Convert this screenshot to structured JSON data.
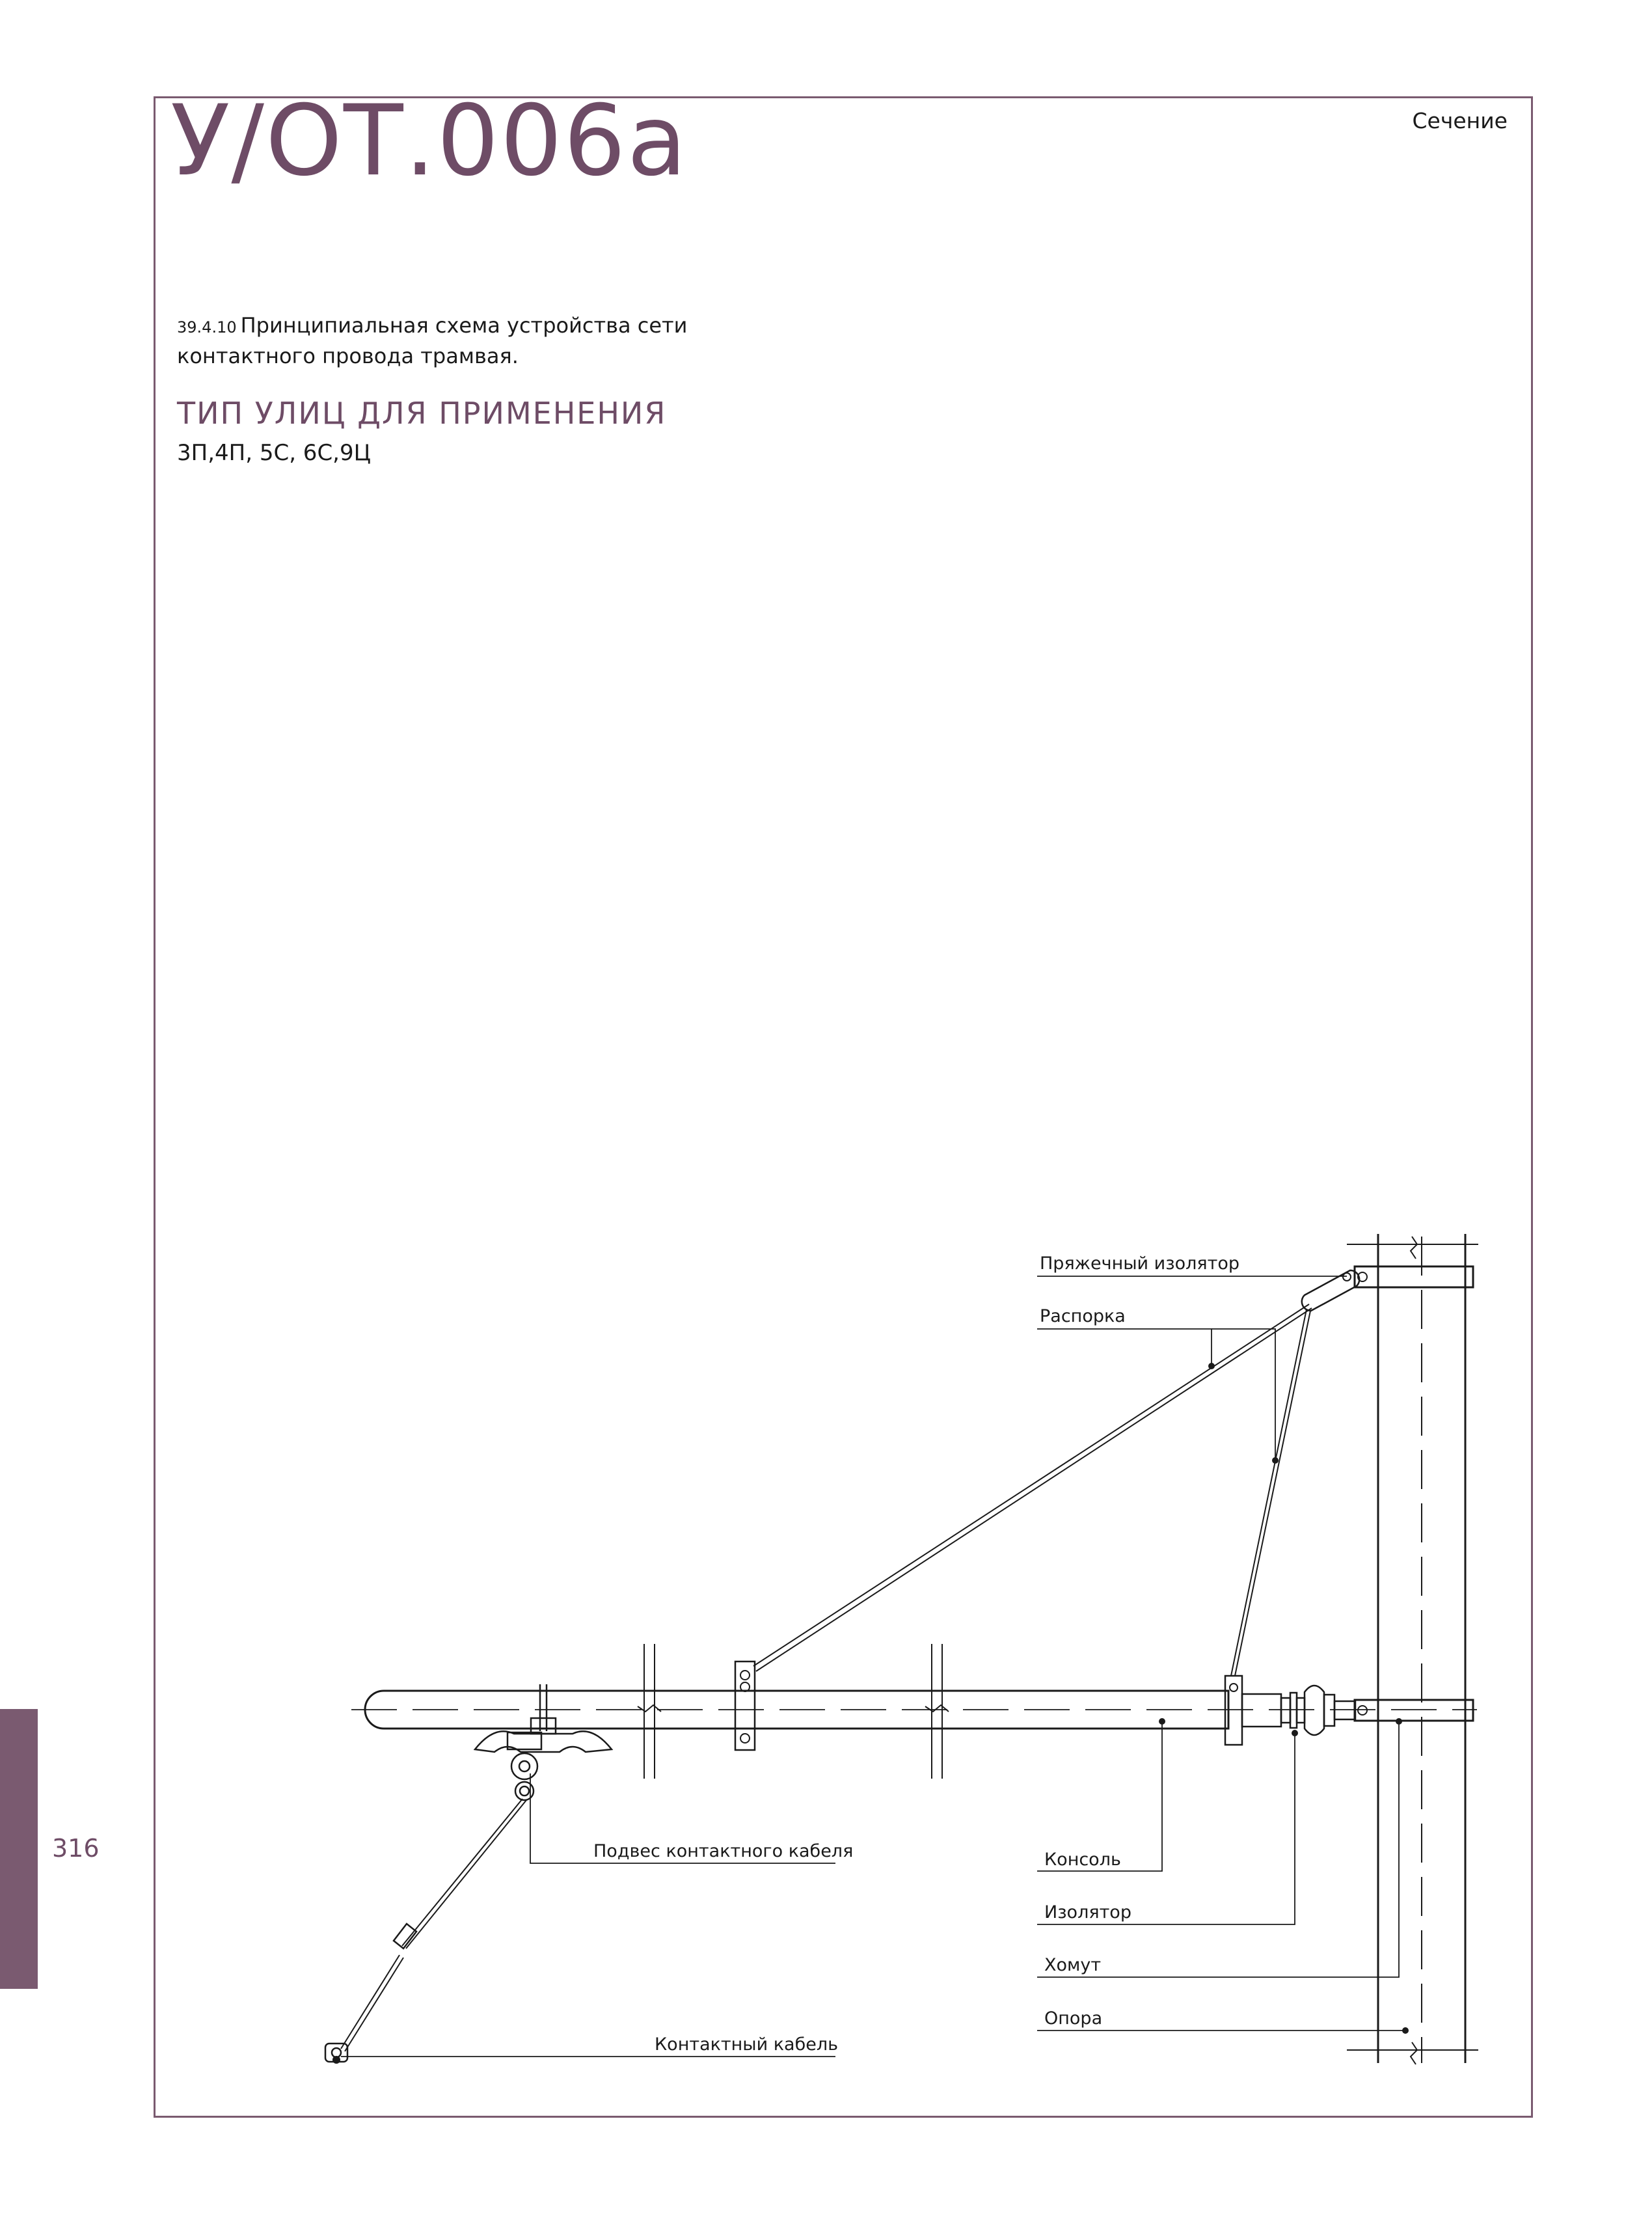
{
  "header": {
    "doc_code": "У/ОТ.006а",
    "section_label": "Сечение"
  },
  "caption": {
    "number": "39.4.10",
    "text": "Принципиальная схема устройства сети контактного провода трамвая."
  },
  "street_types": {
    "heading": "ТИП УЛИЦ ДЛЯ ПРИМЕНЕНИЯ",
    "values": "3П,4П, 5С, 6С,9Ц"
  },
  "page_number": "316",
  "diagram_labels": {
    "strain_insulator": "Пряжечный изолятор",
    "strut": "Распорка",
    "cable_suspension": "Подвес контактного кабеля",
    "contact_cable": "Контактный кабель",
    "console": "Консоль",
    "insulator": "Изолятор",
    "clamp": "Хомут",
    "pole": "Опора"
  },
  "colors": {
    "accent": "#6e4c66",
    "frame": "#7a5a70",
    "line": "#1a1a1a"
  }
}
